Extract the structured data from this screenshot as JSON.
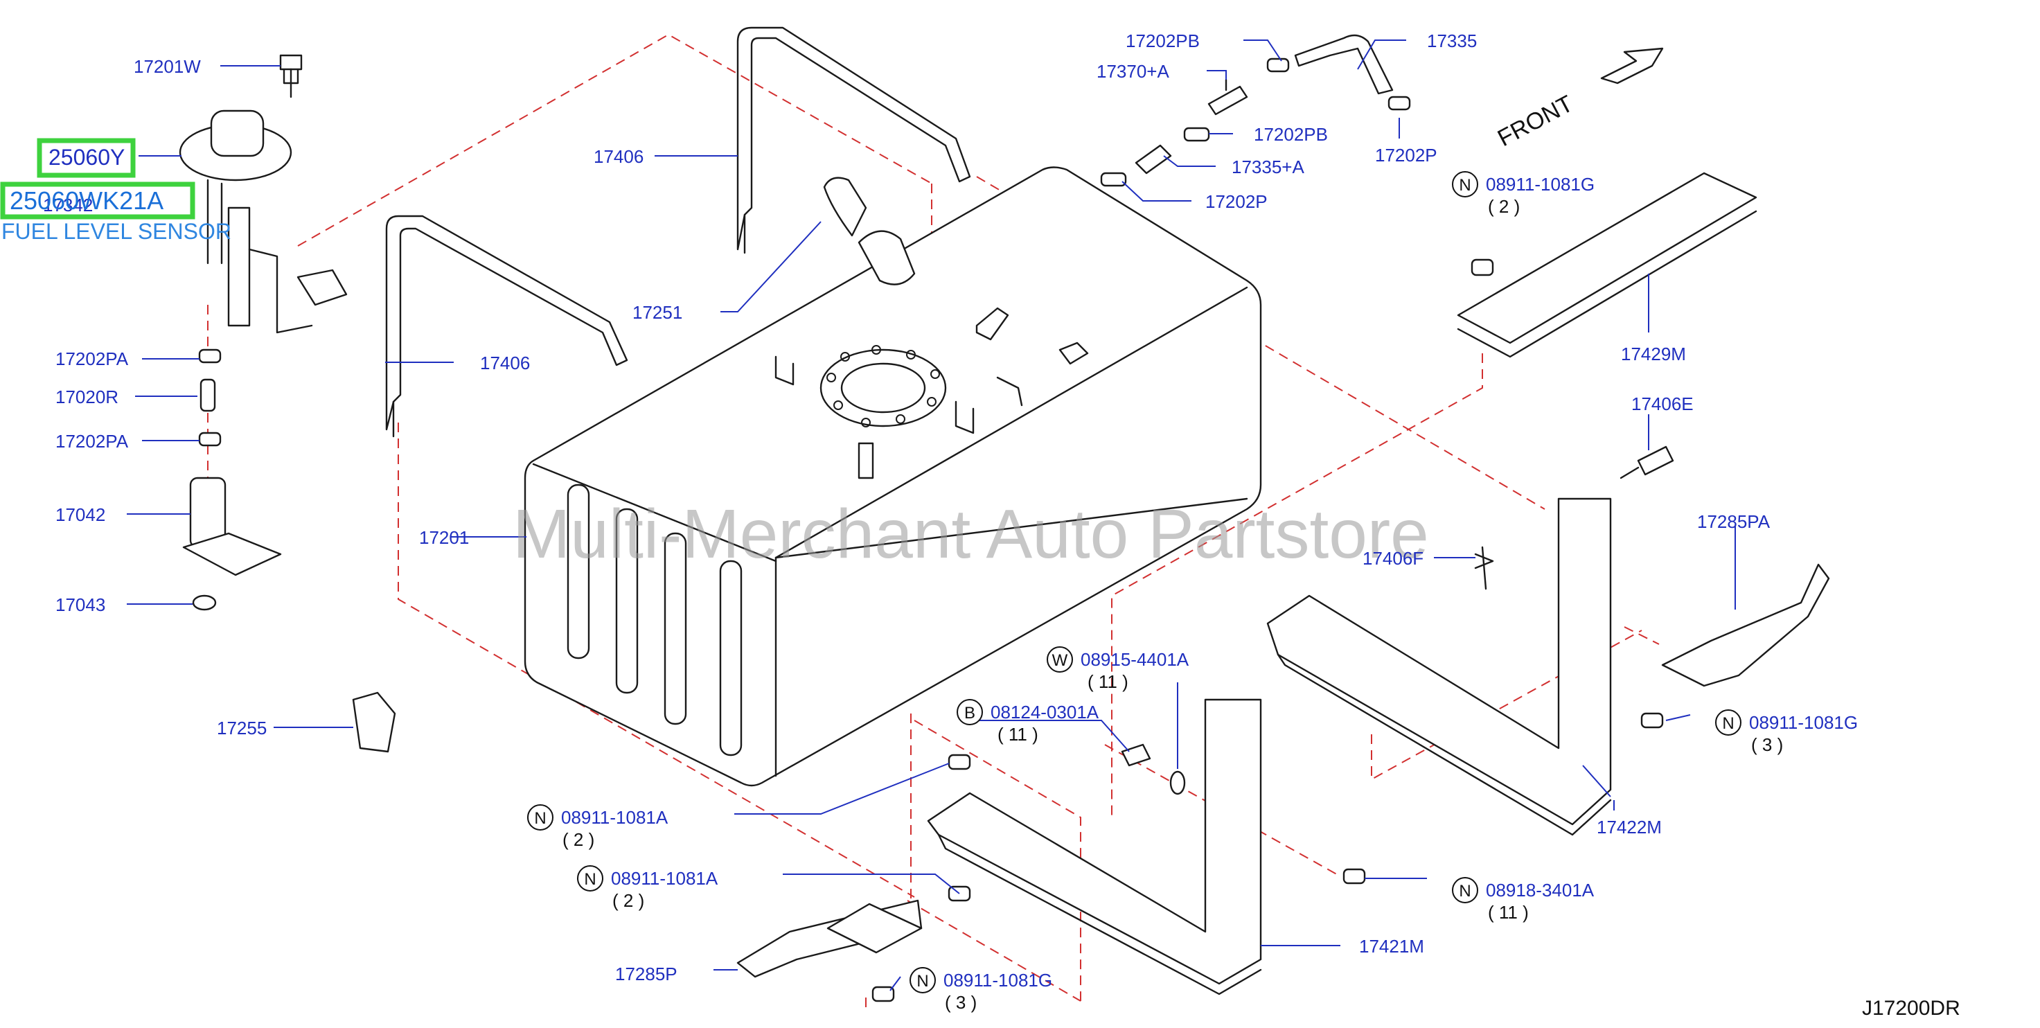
{
  "diagram": {
    "diagram_code": "J17200DR",
    "front_label": "FRONT",
    "watermark": "Multi-Merchant Auto Partstore",
    "highlights": {
      "box_a": "25060Y",
      "box_b": "25060WK21A",
      "box_b_note": "FUEL LEVEL SENSOR"
    },
    "labels": {
      "p17201W": "17201W",
      "p17342": "17342",
      "p17202PA_top": "17202PA",
      "p17020R": "17020R",
      "p17202PA_bot": "17202PA",
      "p17042": "17042",
      "p17043": "17043",
      "p17255": "17255",
      "p17201": "17201",
      "p17406_upper": "17406",
      "p17406_lower": "17406",
      "p17251": "17251",
      "p17202PB_a": "17202PB",
      "p17370A": "17370+A",
      "p17335": "17335",
      "p17202PB_b": "17202PB",
      "p17335A": "17335+A",
      "p17202P_a": "17202P",
      "p17202P_b": "17202P",
      "p17429M": "17429M",
      "p17406E": "17406E",
      "p17406F": "17406F",
      "p17285PA": "17285PA",
      "p17422M": "17422M",
      "p17421M": "17421M",
      "p17285P": "17285P"
    },
    "fasteners": {
      "f1": {
        "prefix": "N",
        "number": "08911-1081G",
        "qty": "( 2 )"
      },
      "f2": {
        "prefix": "W",
        "number": "08915-4401A",
        "qty": "( 11 )"
      },
      "f3": {
        "prefix": "B",
        "number": "08124-0301A",
        "qty": "( 11 )"
      },
      "f4": {
        "prefix": "N",
        "number": "08911-1081A",
        "qty": "( 2 )"
      },
      "f5": {
        "prefix": "N",
        "number": "08911-1081A",
        "qty": "( 2 )"
      },
      "f6": {
        "prefix": "N",
        "number": "08911-1081G",
        "qty": "( 3 )"
      },
      "f7": {
        "prefix": "N",
        "number": "08918-3401A",
        "qty": "( 11 )"
      },
      "f8": {
        "prefix": "N",
        "number": "08911-1081G",
        "qty": "( 3 )"
      }
    }
  }
}
